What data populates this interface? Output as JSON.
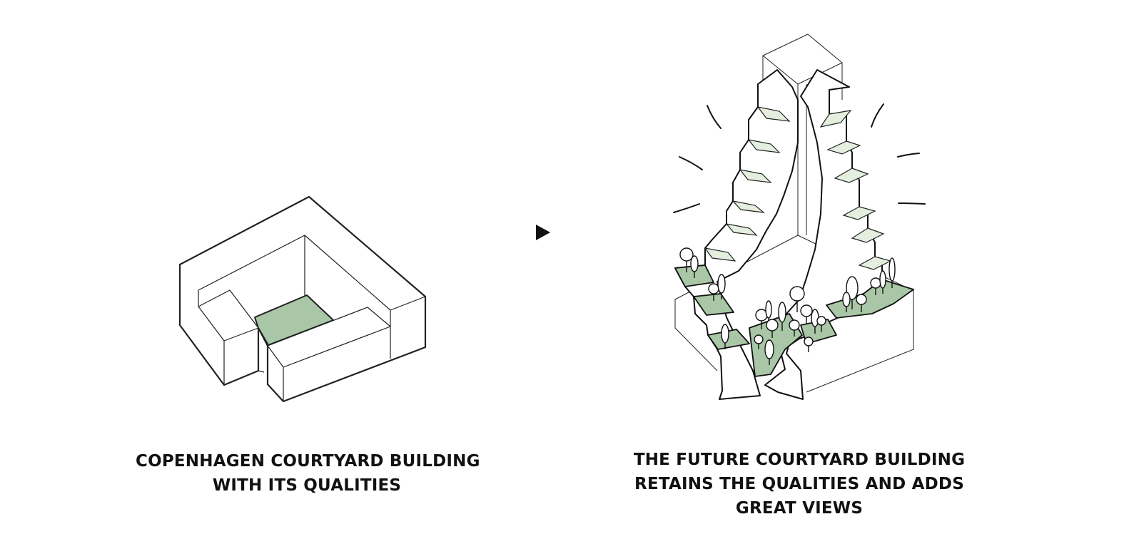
{
  "left": {
    "caption_lines": [
      "COPENHAGEN COURTYARD BUILDING",
      "WITH ITS QUALITIES"
    ]
  },
  "right": {
    "caption_lines": [
      "THE FUTURE COURTYARD BUILDING",
      "RETAINS THE QUALITIES AND ADDS",
      "GREAT VIEWS"
    ]
  },
  "transition": {
    "icon": "play-arrow-icon"
  },
  "colors": {
    "courtyard_green": "#a9c7a6",
    "terrace_green": "#c9dfc6",
    "terrace_light": "#e4efe0",
    "line": "#111111"
  }
}
